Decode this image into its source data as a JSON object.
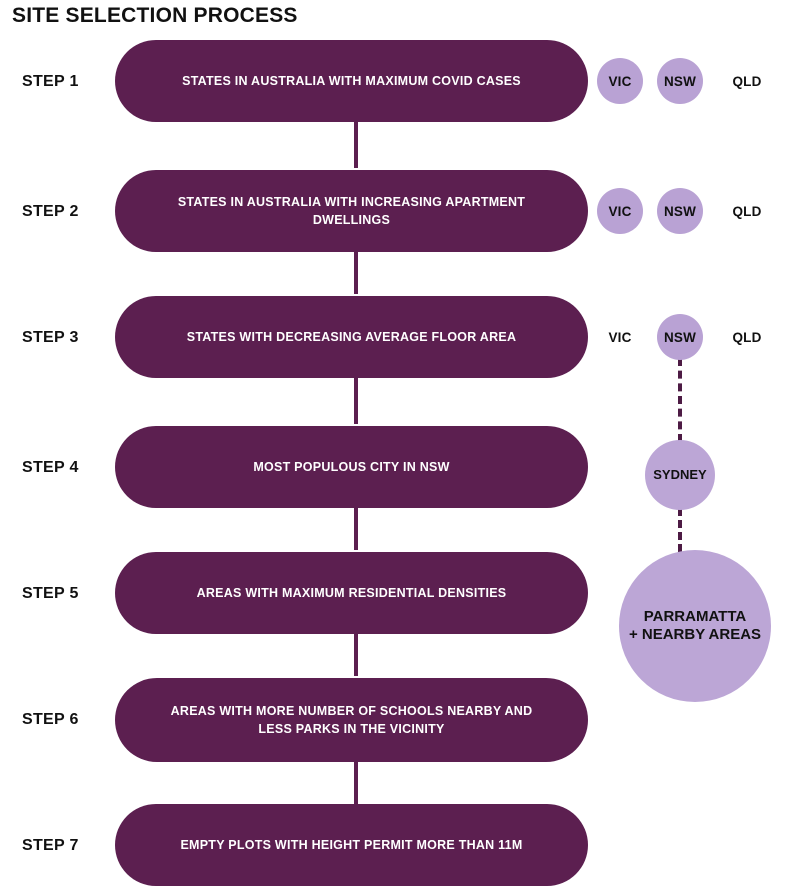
{
  "title": "SITE SELECTION PROCESS",
  "theme": {
    "pill_color": "#5c1f50",
    "bubble_color": "#bca6d6",
    "option_circle_color": "#b9a2d4",
    "text_on_pill": "#ffffff",
    "text_dark": "#111111",
    "connector_color": "#5c1f50",
    "dashed_connector_color": "#4d1b44",
    "background": "#ffffff"
  },
  "steps": [
    {
      "label": "STEP 1",
      "text": "STATES IN AUSTRALIA WITH MAXIMUM COVID CASES",
      "options": [
        {
          "label": "VIC",
          "selected": true
        },
        {
          "label": "NSW",
          "selected": true
        },
        {
          "label": "QLD",
          "selected": false
        }
      ]
    },
    {
      "label": "STEP 2",
      "text": "STATES IN AUSTRALIA WITH INCREASING APARTMENT DWELLINGS",
      "options": [
        {
          "label": "VIC",
          "selected": true
        },
        {
          "label": "NSW",
          "selected": true
        },
        {
          "label": "QLD",
          "selected": false
        }
      ]
    },
    {
      "label": "STEP 3",
      "text": "STATES WITH DECREASING AVERAGE FLOOR AREA",
      "options": [
        {
          "label": "VIC",
          "selected": false
        },
        {
          "label": "NSW",
          "selected": true
        },
        {
          "label": "QLD",
          "selected": false
        }
      ]
    },
    {
      "label": "STEP 4",
      "text": "MOST POPULOUS CITY IN NSW",
      "options": []
    },
    {
      "label": "STEP 5",
      "text": "AREAS WITH MAXIMUM RESIDENTIAL DENSITIES",
      "options": []
    },
    {
      "label": "STEP 6",
      "text": "AREAS WITH MORE NUMBER OF SCHOOLS NEARBY AND LESS PARKS IN THE VICINITY",
      "options": []
    },
    {
      "label": "STEP 7",
      "text": "EMPTY PLOTS WITH HEIGHT PERMIT MORE THAN 11M",
      "options": []
    }
  ],
  "outcomes": {
    "sydney": {
      "label": "SYDNEY"
    },
    "parramatta": {
      "line1": "PARRAMATTA",
      "line2": "+ NEARBY AREAS"
    }
  }
}
